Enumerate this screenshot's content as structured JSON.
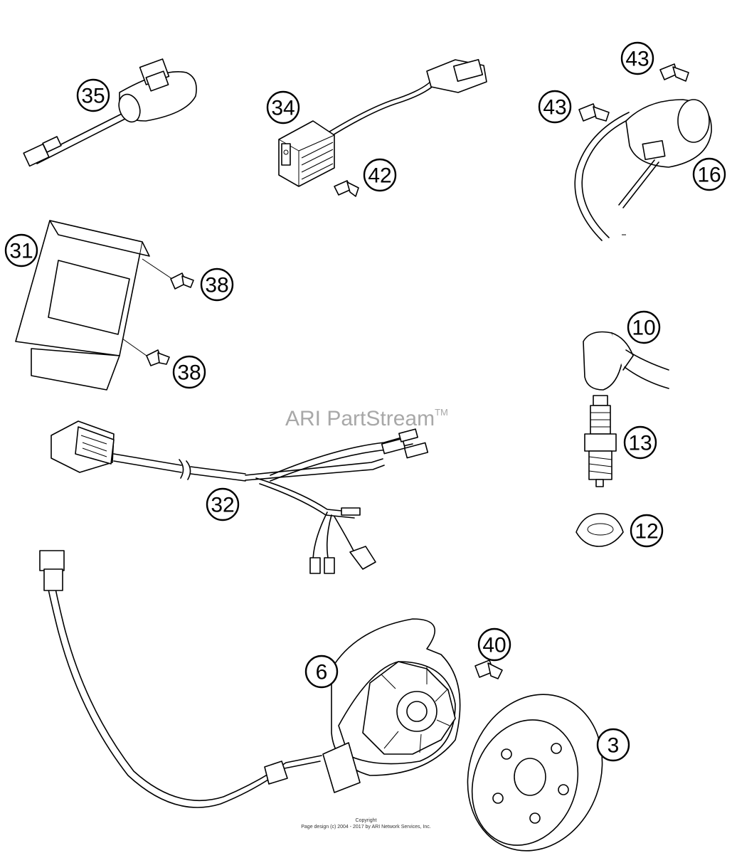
{
  "watermark": {
    "text": "ARI PartStream",
    "mark": "TM"
  },
  "copyright": {
    "line1": "Copyright",
    "line2": "Page design (c) 2004 - 2017 by ARI Network Services, Inc."
  },
  "callouts": [
    {
      "id": "c35",
      "label": "35"
    },
    {
      "id": "c34",
      "label": "34"
    },
    {
      "id": "c42",
      "label": "42"
    },
    {
      "id": "c43a",
      "label": "43"
    },
    {
      "id": "c43b",
      "label": "43"
    },
    {
      "id": "c16",
      "label": "16"
    },
    {
      "id": "c31",
      "label": "31"
    },
    {
      "id": "c38a",
      "label": "38"
    },
    {
      "id": "c38b",
      "label": "38"
    },
    {
      "id": "c10",
      "label": "10"
    },
    {
      "id": "c13",
      "label": "13"
    },
    {
      "id": "c12",
      "label": "12"
    },
    {
      "id": "c32",
      "label": "32"
    },
    {
      "id": "c40",
      "label": "40"
    },
    {
      "id": "c6",
      "label": "6"
    },
    {
      "id": "c3",
      "label": "3"
    }
  ]
}
